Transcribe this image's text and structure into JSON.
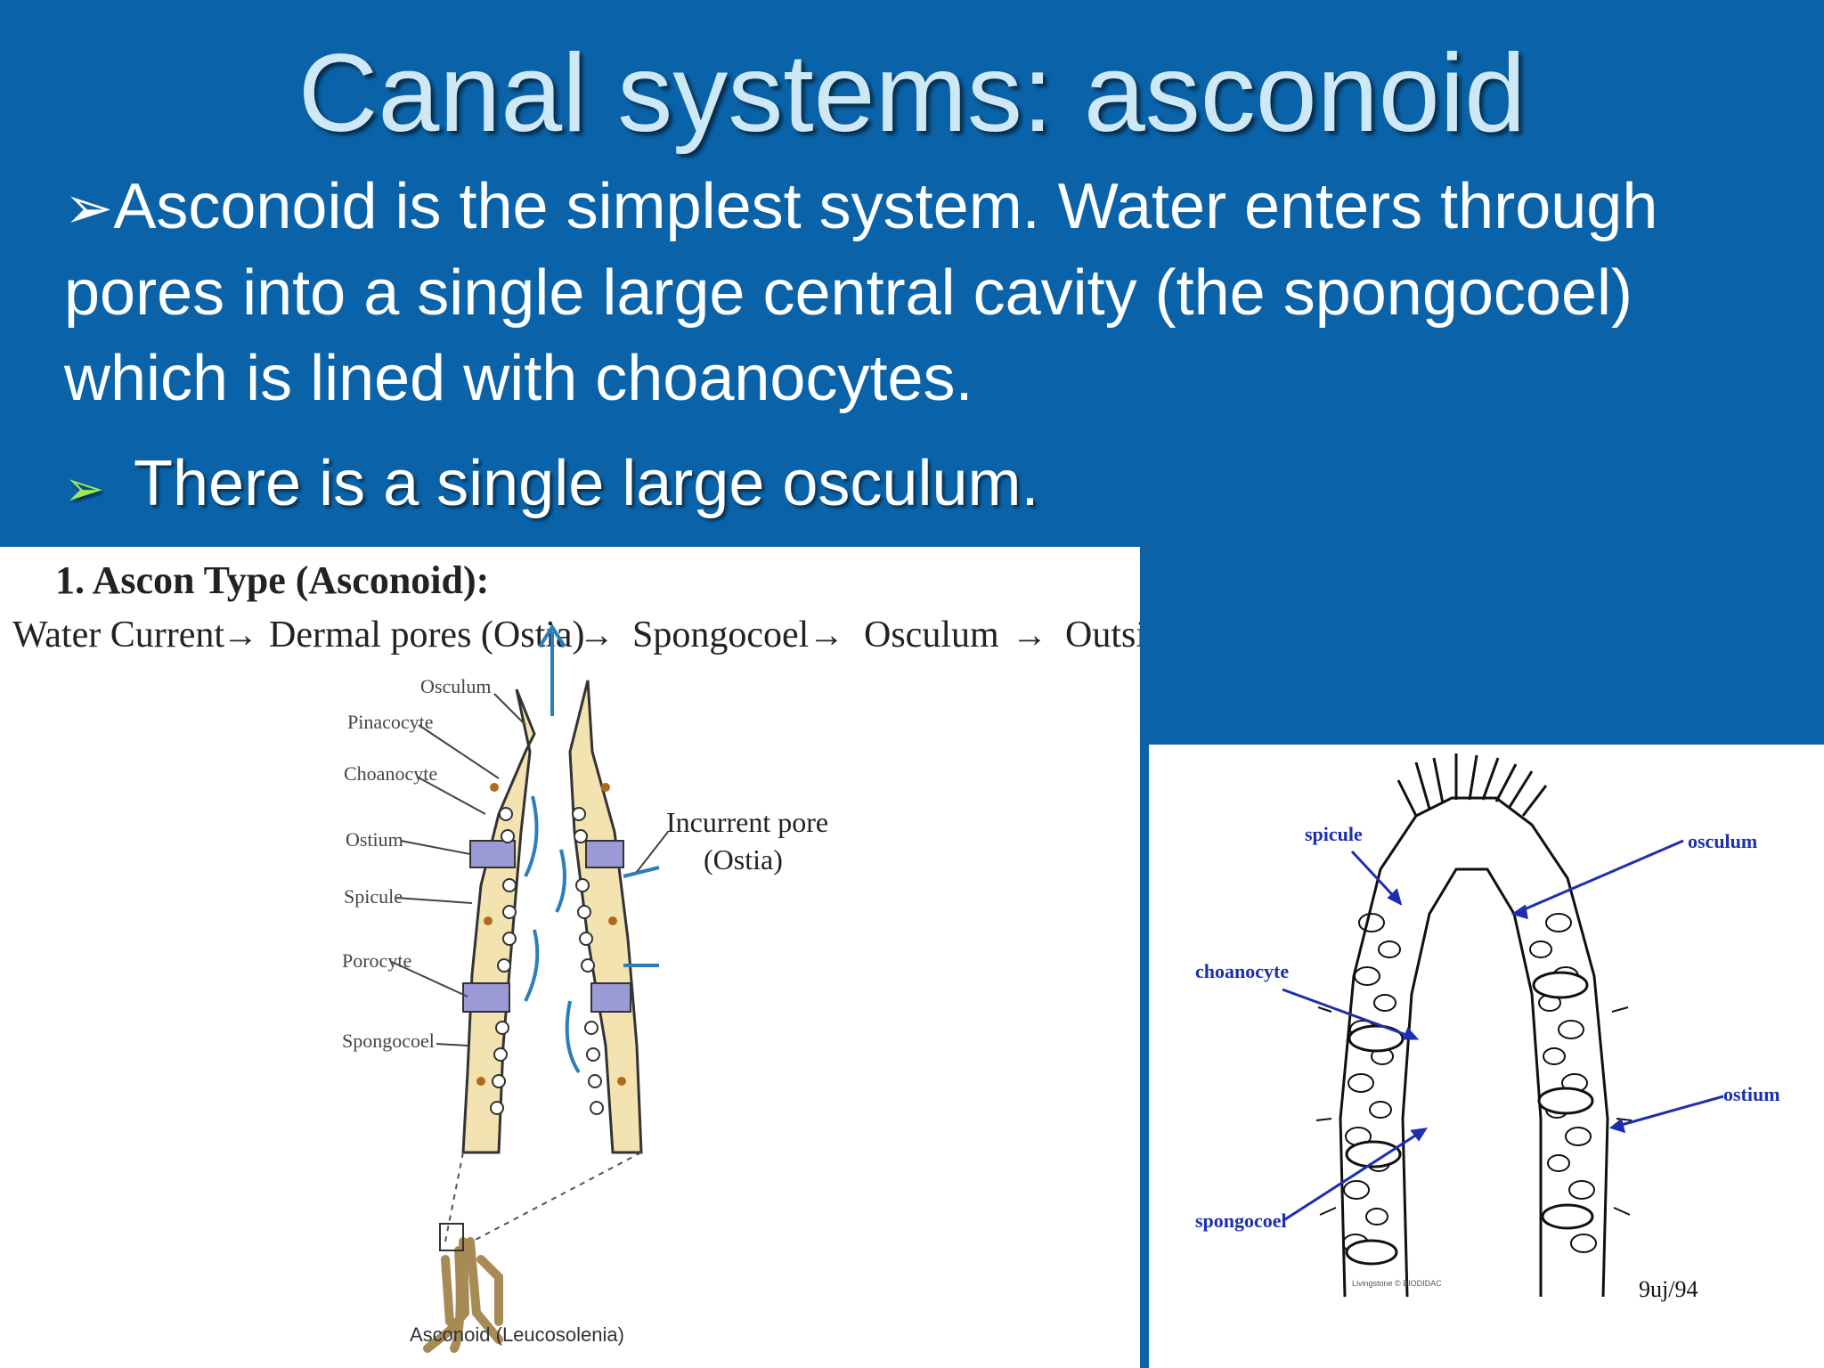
{
  "slide": {
    "title": "Canal systems: asconoid",
    "bullets": [
      {
        "marker": "➢",
        "text": "Asconoid is the simplest system.  Water enters through pores into a single large central cavity (the spongocoel) which is lined with choanocytes."
      },
      {
        "marker": "➢",
        "text": "There is a single large osculum."
      }
    ]
  },
  "left_figure": {
    "heading": "1. Ascon Type (Asconoid):",
    "flow": [
      "Water Current",
      "Dermal pores (Ostia)",
      "Spongocoel",
      "Osculum",
      "Outsi"
    ],
    "arrow": "→",
    "labels": [
      "Osculum",
      "Pinacocyte",
      "Choanocyte",
      "Ostium",
      "Spicule",
      "Porocyte",
      "Spongocoel"
    ],
    "incurrent_line1": "Incurrent pore",
    "incurrent_line2": "(Ostia)",
    "caption": "Asconoid (Leucosolenia)"
  },
  "right_figure": {
    "labels": [
      "spicule",
      "osculum",
      "choanocyte",
      "ostium",
      "spongocoel"
    ],
    "signature": "9uj/94",
    "credit": "Livingstone © BIODIDAC",
    "label_color": "#1d2fb0"
  },
  "colors": {
    "background": "#0a63a8",
    "title": "#cfe8f6",
    "bullet_marker": "#9be85a"
  }
}
